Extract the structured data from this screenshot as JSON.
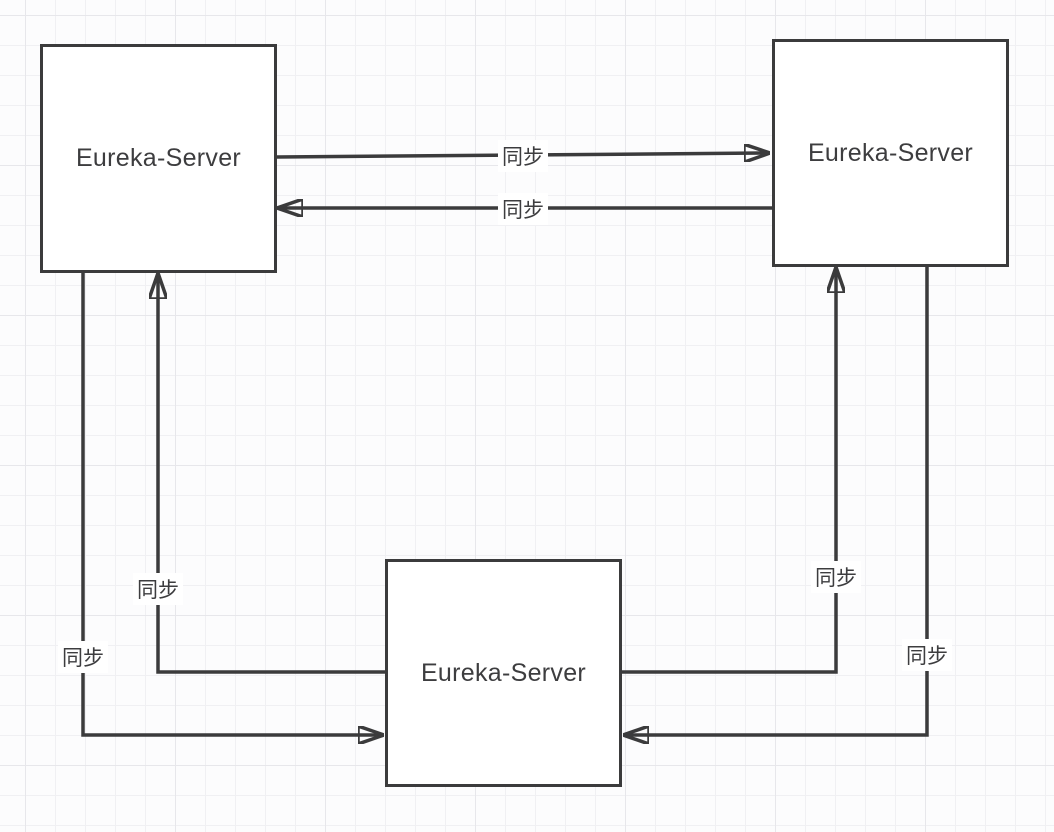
{
  "diagram": {
    "colors": {
      "background": "#fcfcfd",
      "grid_minor_color": "#f0f0f3",
      "grid_major_color": "#e7e7eb",
      "stroke_color": "#3b3b3c",
      "text_color": "#3d3d3f"
    },
    "nodes": [
      {
        "id": "eureka-server-top-left",
        "label": "Eureka-Server"
      },
      {
        "id": "eureka-server-top-right",
        "label": "Eureka-Server"
      },
      {
        "id": "eureka-server-bottom",
        "label": "Eureka-Server"
      }
    ],
    "edges": [
      {
        "from": "eureka-server-top-left",
        "to": "eureka-server-top-right",
        "label": "同步"
      },
      {
        "from": "eureka-server-top-right",
        "to": "eureka-server-top-left",
        "label": "同步"
      },
      {
        "from": "eureka-server-top-left",
        "to": "eureka-server-bottom",
        "label": "同步"
      },
      {
        "from": "eureka-server-bottom",
        "to": "eureka-server-top-left",
        "label": "同步"
      },
      {
        "from": "eureka-server-top-right",
        "to": "eureka-server-bottom",
        "label": "同步"
      },
      {
        "from": "eureka-server-bottom",
        "to": "eureka-server-top-right",
        "label": "同步"
      }
    ]
  }
}
